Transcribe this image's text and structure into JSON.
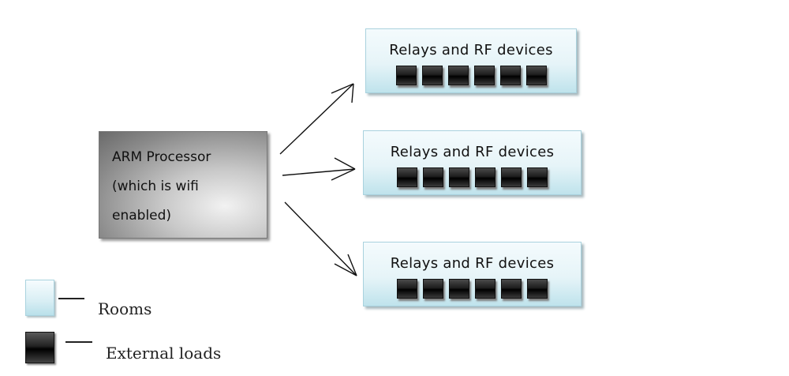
{
  "processor": {
    "lines": [
      "ARM Processor",
      "(which is wifi",
      "enabled)"
    ]
  },
  "rooms": [
    {
      "label": "Relays and RF devices",
      "load_count": 6
    },
    {
      "label": "Relays and RF devices",
      "load_count": 6
    },
    {
      "label": "Relays and RF devices",
      "load_count": 6
    }
  ],
  "legend": {
    "rooms_label": "Rooms",
    "loads_label": "External loads"
  },
  "colors": {
    "room_fill": "#e6f4f8",
    "load_fill": "#1e1e1e",
    "processor_fill": "#a0a0a0"
  }
}
